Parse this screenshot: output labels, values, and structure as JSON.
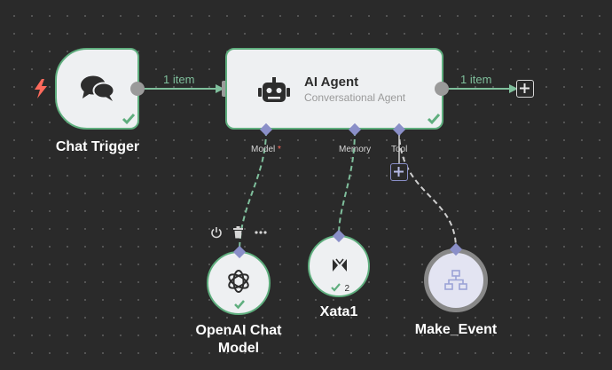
{
  "nodes": {
    "chat_trigger": {
      "name": "Chat Trigger",
      "status": "success"
    },
    "ai_agent": {
      "name": "AI Agent",
      "subtitle": "Conversational Agent",
      "status": "success"
    },
    "openai": {
      "name": "OpenAI Chat Model",
      "status": "success"
    },
    "xata": {
      "name": "Xata1",
      "run_count": "2"
    },
    "make_event": {
      "name": "Make_Event"
    }
  },
  "connections": {
    "trigger_to_agent": "1 item",
    "agent_output": "1 item"
  },
  "agent_ports": {
    "model": "Model",
    "model_required": "*",
    "memory": "Memory",
    "tool": "Tool"
  },
  "node_actions": [
    "power-icon",
    "trash-icon",
    "more-icon"
  ],
  "colors": {
    "success": "#5fae7e",
    "trigger_bolt": "#ff6a5c",
    "port_diamond": "#8a8fc8",
    "wire": "#7fbf9c",
    "canvas": "#2a2a2a"
  }
}
